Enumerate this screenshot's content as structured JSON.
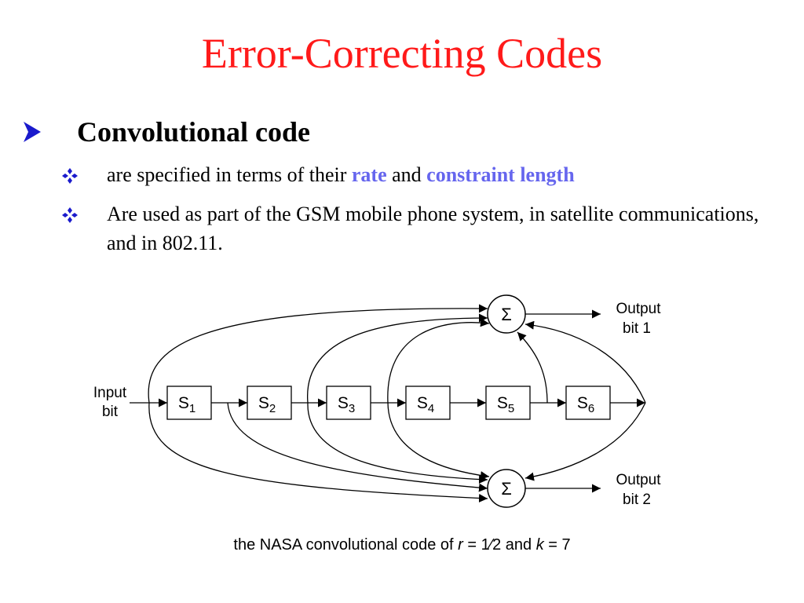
{
  "slide": {
    "title": "Error-Correcting Codes",
    "heading": "Convolutional code",
    "bullet1": {
      "before": "are specified in terms of their ",
      "rate": "rate",
      "and": " and ",
      "constraint": "constraint length"
    },
    "bullet2": "Are used as part of the GSM mobile phone system, in satellite communications, and in 802.11.",
    "colors": {
      "title": "#ff1a1a",
      "highlight": "#6666ee",
      "bullet_marker": "#1a1acc"
    },
    "icons": {
      "heading_marker": "arrowhead-icon",
      "bullet_marker": "four-diamond-icon"
    }
  },
  "diagram": {
    "input_line1": "Input",
    "input_line2": "bit",
    "registers": [
      {
        "base": "S",
        "sub": "1"
      },
      {
        "base": "S",
        "sub": "2"
      },
      {
        "base": "S",
        "sub": "3"
      },
      {
        "base": "S",
        "sub": "4"
      },
      {
        "base": "S",
        "sub": "5"
      },
      {
        "base": "S",
        "sub": "6"
      }
    ],
    "sum_symbol": "Σ",
    "output1_line1": "Output",
    "output1_line2": "bit 1",
    "output2_line1": "Output",
    "output2_line2": "bit 2"
  },
  "caption": {
    "before": "the NASA convolutional code of ",
    "r": "r",
    "mid1": " = 1⁄2 and ",
    "k": "k",
    "mid2": " = 7"
  }
}
